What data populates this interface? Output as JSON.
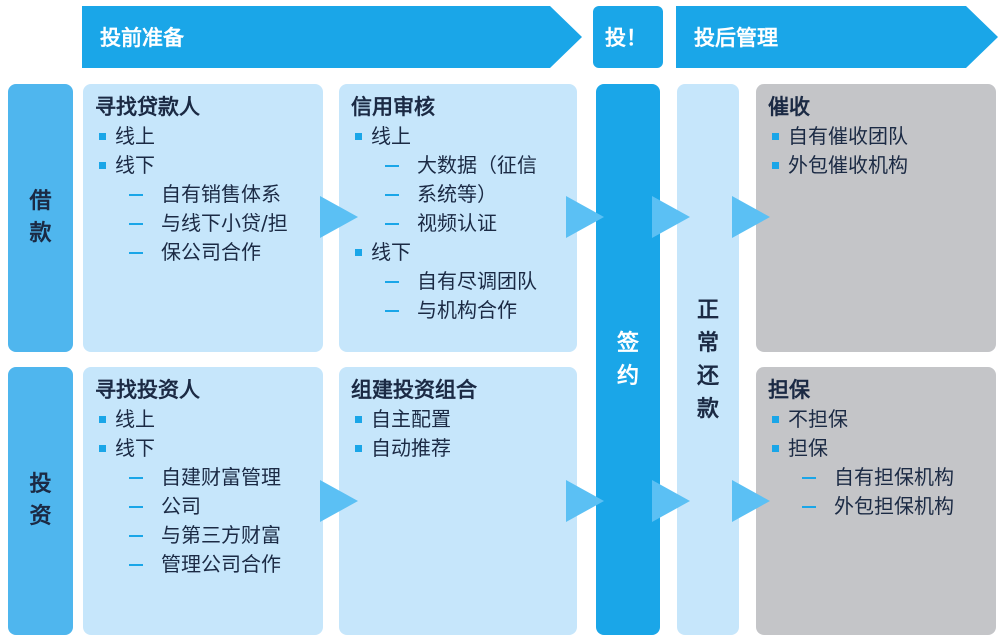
{
  "header": {
    "pre": "投前准备",
    "invest": "投！",
    "post": "投后管理"
  },
  "rows": {
    "loan": [
      "借",
      "款"
    ],
    "invest": [
      "投",
      "资"
    ]
  },
  "center": {
    "sign": [
      "签",
      "约"
    ],
    "repay": [
      "正",
      "常",
      "还",
      "款"
    ]
  },
  "panels": {
    "find_borrower": {
      "title": "寻找贷款人",
      "items": [
        {
          "level": 1,
          "text": "线上"
        },
        {
          "level": 1,
          "text": "线下"
        },
        {
          "level": 2,
          "text": "自有销售体系"
        },
        {
          "level": 2,
          "text": "与线下小贷/担"
        },
        {
          "level": 3,
          "text": "保公司合作"
        }
      ]
    },
    "credit_review": {
      "title": "信用审核",
      "items": [
        {
          "level": 1,
          "text": "线上"
        },
        {
          "level": 2,
          "text": "大数据（征信"
        },
        {
          "level": 3,
          "text": "系统等）"
        },
        {
          "level": 2,
          "text": "视频认证"
        },
        {
          "level": 1,
          "text": "线下"
        },
        {
          "level": 2,
          "text": "自有尽调团队"
        },
        {
          "level": 2,
          "text": "与机构合作"
        }
      ]
    },
    "collection": {
      "title": "催收",
      "items": [
        {
          "level": 1,
          "text": "自有催收团队"
        },
        {
          "level": 1,
          "text": "外包催收机构"
        }
      ]
    },
    "find_investor": {
      "title": "寻找投资人",
      "items": [
        {
          "level": 1,
          "text": "线上"
        },
        {
          "level": 1,
          "text": "线下"
        },
        {
          "level": 2,
          "text": "自建财富管理"
        },
        {
          "level": 3,
          "text": "公司"
        },
        {
          "level": 2,
          "text": "与第三方财富"
        },
        {
          "level": 3,
          "text": "管理公司合作"
        }
      ]
    },
    "portfolio": {
      "title": "组建投资组合",
      "items": [
        {
          "level": 1,
          "text": "自主配置"
        },
        {
          "level": 1,
          "text": "自动推荐"
        }
      ]
    },
    "guarantee": {
      "title": "担保",
      "items": [
        {
          "level": 1,
          "text": "不担保"
        },
        {
          "level": 1,
          "text": "担保"
        },
        {
          "level": 2,
          "text": "自有担保机构"
        },
        {
          "level": 2,
          "text": "外包担保机构"
        }
      ]
    }
  },
  "colors": {
    "banner_blue": "#1aa6e8",
    "side_blue": "#4fb6ee",
    "panel_light_blue": "#c6e6fb",
    "panel_gray": "#c4c5c8",
    "arrow_blue": "#5bc0f4",
    "text_dark": "#1b2a44"
  }
}
